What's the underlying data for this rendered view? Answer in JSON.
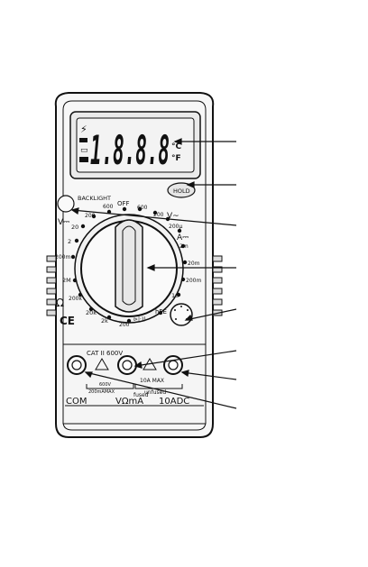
{
  "display": {
    "digits": "1.8.8.8",
    "unit_top": "°C",
    "unit_bottom": "°F"
  },
  "hold_button": "HOLD",
  "backlight_label": "BACKLIGHT",
  "dial": {
    "labels": [
      "OFF",
      "600",
      "200",
      "600",
      "200",
      "200µ",
      "A⎓",
      "2m",
      "20m",
      "200m",
      "10",
      "hFE",
      "200",
      "2k",
      "20k",
      "200k",
      "2M",
      "200m",
      "2",
      "20",
      "V⎓",
      "V~",
      "Ω"
    ],
    "marks": {
      "off": "OFF",
      "v600_left": "600",
      "v200_left": "200",
      "v600_right": "600",
      "v200_right": "200",
      "a200u": "200µ",
      "a_dc_sym": "A⎓",
      "a2m": "2m",
      "a20m": "20m",
      "a200m": "200m",
      "a10": "10",
      "hfe": "hFE",
      "r200": "200",
      "r2k": "2k",
      "r20k": "20k",
      "r200k": "200k",
      "r2M": "2M",
      "vdc200m": "200m",
      "vdc2": "2",
      "vdc20": "20",
      "v_dc_sym": "V⎓",
      "v_ac_sym": "V~",
      "ohm_sym": "Ω",
      "diode": "⊳|·))"
    }
  },
  "ce_mark": "CE",
  "cat_label": "CAT II 600V",
  "fuse_left": "fused",
  "fuse_left_rating": "200mAMAX",
  "fuse_left_volts": "600V",
  "fuse_right": "unfused",
  "fuse_right_rating": "10A MAX",
  "jacks": {
    "com": "COM",
    "vomа": "VΩmA",
    "a10": "10ADC"
  }
}
